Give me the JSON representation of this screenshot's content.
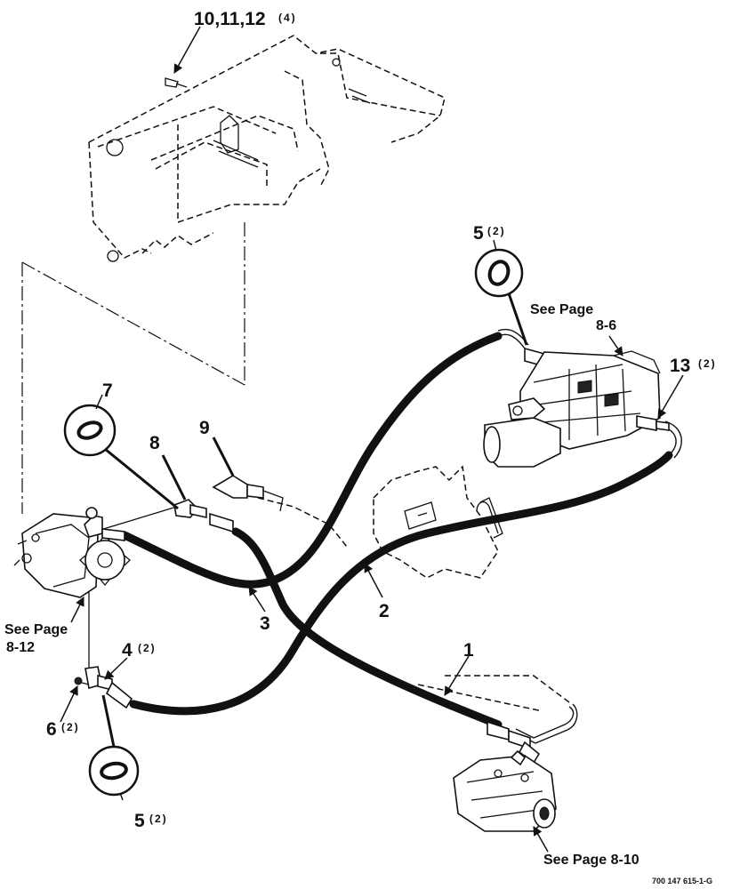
{
  "callouts": {
    "c1": "1",
    "c2": "2",
    "c3": "3",
    "c4": "4",
    "c4_qty": "(2)",
    "c5_top": "5",
    "c5_top_qty": "(2)",
    "c5_bottom": "5",
    "c5_bottom_qty": "(2)",
    "c6": "6",
    "c6_qty": "(2)",
    "c7": "7",
    "c8": "8",
    "c9": "9",
    "c10": "10,11,12",
    "c10_qty": "(4)",
    "c13": "13",
    "c13_qty": "(2)"
  },
  "references": {
    "ref_8_6_line1": "See Page",
    "ref_8_6_line2": "8-6",
    "ref_8_12_line1": "See Page",
    "ref_8_12_line2": "8-12",
    "ref_8_10": "See Page 8-10"
  },
  "figure_number": "700 147 615-1-G"
}
